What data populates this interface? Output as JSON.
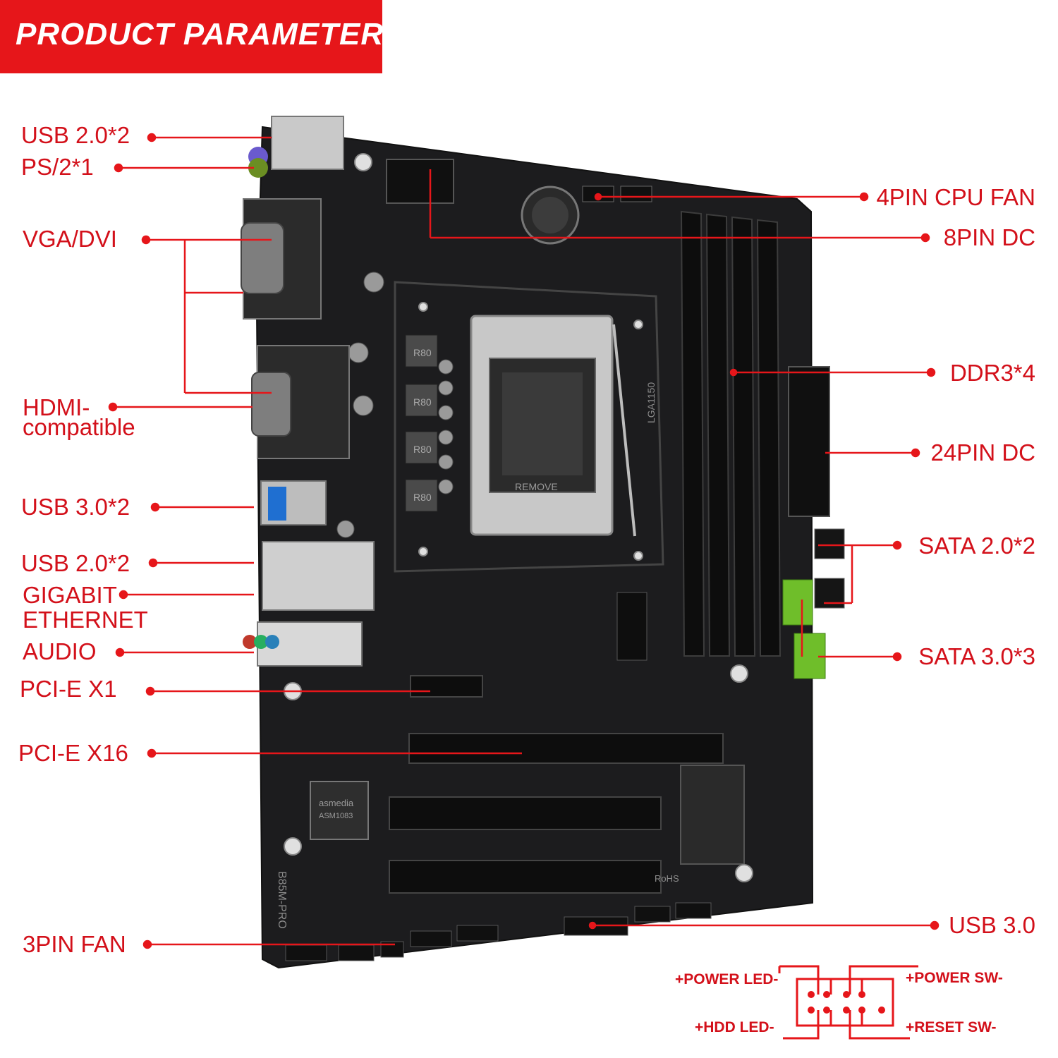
{
  "header": {
    "title": "PRODUCT PARAMETER"
  },
  "colors": {
    "accent": "#e6161a",
    "label_text": "#d3101a",
    "board": "#1c1c1e",
    "sata3": "#6fbe2a"
  },
  "left_labels": [
    {
      "key": "usb20_top",
      "text": "USB 2.0*2"
    },
    {
      "key": "ps2",
      "text": "PS/2*1"
    },
    {
      "key": "vga_dvi",
      "text": "VGA/DVI"
    },
    {
      "key": "hdmi_1",
      "text": "HDMI-"
    },
    {
      "key": "hdmi_2",
      "text": "compatible"
    },
    {
      "key": "usb30",
      "text": "USB 3.0*2"
    },
    {
      "key": "usb20_mid",
      "text": "USB 2.0*2"
    },
    {
      "key": "gigabit_1",
      "text": "GIGABIT"
    },
    {
      "key": "gigabit_2",
      "text": "ETHERNET"
    },
    {
      "key": "audio",
      "text": "AUDIO"
    },
    {
      "key": "pcie_x1",
      "text": "PCI-E X1"
    },
    {
      "key": "pcie_x16",
      "text": "PCI-E X16"
    },
    {
      "key": "fan3pin",
      "text": "3PIN FAN"
    }
  ],
  "right_labels": [
    {
      "key": "cpu_fan",
      "text": "4PIN CPU FAN"
    },
    {
      "key": "dc8pin",
      "text": "8PIN DC"
    },
    {
      "key": "ddr3",
      "text": "DDR3*4"
    },
    {
      "key": "dc24pin",
      "text": "24PIN DC"
    },
    {
      "key": "sata2",
      "text": "SATA 2.0*2"
    },
    {
      "key": "sata3",
      "text": "SATA 3.0*3"
    },
    {
      "key": "usb30_hdr",
      "text": "USB 3.0"
    }
  ],
  "panel_header": {
    "power_led": "+POWER LED-",
    "power_sw": "+POWER SW-",
    "hdd_led": "+HDD LED-",
    "reset_sw": "+RESET SW-"
  },
  "board_print": {
    "model": "B85M-PRO",
    "socket": "LGA1150",
    "inductor": "R80",
    "chip": "asmedia",
    "chip_model": "ASM1083",
    "remove": "REMOVE",
    "rohs": "RoHS"
  }
}
